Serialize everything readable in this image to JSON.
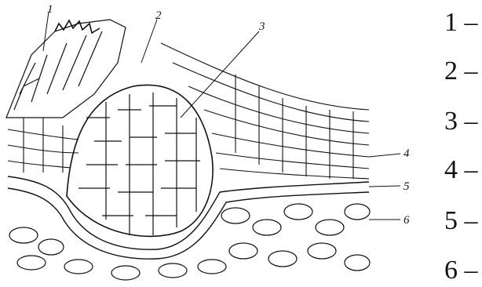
{
  "callouts": [
    "1",
    "2",
    "3",
    "4",
    "5",
    "6"
  ],
  "legend": [
    {
      "num": "1",
      "dash": "–"
    },
    {
      "num": "2",
      "dash": "–"
    },
    {
      "num": "3",
      "dash": "–"
    },
    {
      "num": "4",
      "dash": "–"
    },
    {
      "num": "5",
      "dash": "–"
    },
    {
      "num": "6",
      "dash": "–"
    }
  ],
  "colors": {
    "ink": "#111111",
    "paper": "#ffffff"
  }
}
